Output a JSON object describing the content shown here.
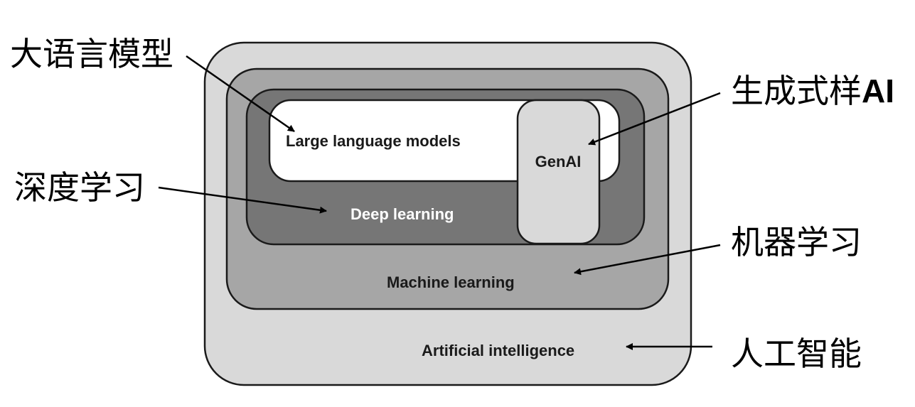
{
  "layers": {
    "ai": {
      "label": "Artificial intelligence",
      "fill": "#d9d9d9"
    },
    "ml": {
      "label": "Machine learning",
      "fill": "#a6a6a6"
    },
    "dl": {
      "label": "Deep learning",
      "fill": "#767676"
    },
    "llm": {
      "label": "Large language models",
      "fill": "#ffffff"
    },
    "genai": {
      "label": "GenAI",
      "fill": "#d9d9d9"
    }
  },
  "annotations": {
    "llm": "大语言模型",
    "genai_prefix": "生成式样",
    "genai_suffix": "AI",
    "dl": "深度学习",
    "ml": "机器学习",
    "ai": "人工智能"
  },
  "colors": {
    "outline": "#1a1a1a",
    "arrow": "#000000"
  }
}
